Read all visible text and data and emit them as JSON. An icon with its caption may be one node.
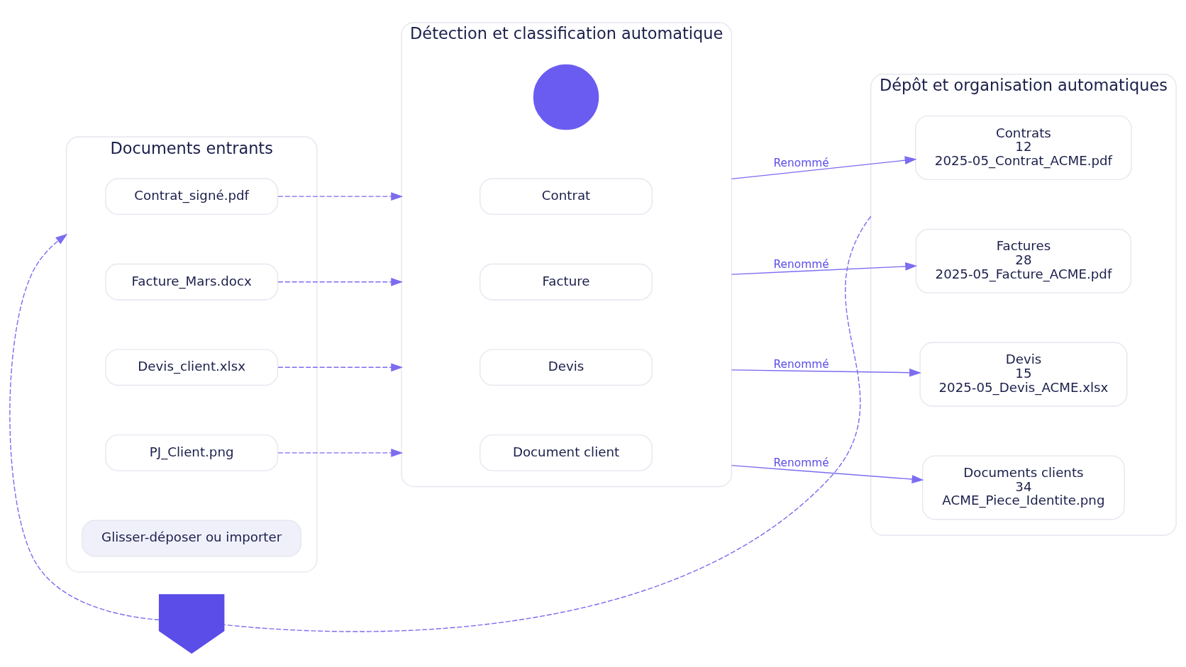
{
  "diagram": {
    "nodes": [
      {
        "text": [
          "Documents entrants"
        ]
      },
      {
        "text": [
          "Contrat_signé.pdf"
        ],
        "in": 0
      },
      {
        "text": [
          "Facture_Mars.docx"
        ],
        "in": 0
      },
      {
        "text": [
          "Devis_client.xlsx"
        ],
        "in": 0
      },
      {
        "text": [
          "PJ_Client.png"
        ],
        "in": 0
      },
      {
        "text": [
          "Glisser-déposer ou importer"
        ],
        "in": 0
      },
      {
        "text": [
          "Détection et classification automatique"
        ]
      },
      {
        "text": [],
        "shape": "circle",
        "in": 6
      },
      {
        "text": [
          "Contrat"
        ],
        "in": 6
      },
      {
        "text": [
          "Facture"
        ],
        "in": 6
      },
      {
        "text": [
          "Devis"
        ],
        "in": 6
      },
      {
        "text": [
          "Document client"
        ],
        "in": 6
      },
      {
        "text": [
          "Dépôt et organisation automatiques"
        ]
      },
      {
        "text": [
          "Contrats",
          "12",
          "2025-05_Contrat_ACME.pdf"
        ],
        "in": 12
      },
      {
        "text": [
          "Factures",
          "28",
          "2025-05_Facture_ACME.pdf"
        ],
        "in": 12
      },
      {
        "text": [
          "Devis",
          "15",
          "2025-05_Devis_ACME.xlsx"
        ],
        "in": 12
      },
      {
        "text": [
          "Documents clients",
          "34",
          "ACME_Piece_Identite.png"
        ],
        "in": 12
      },
      {
        "text": [],
        "shape": "shield"
      }
    ],
    "edges": [
      {
        "from": 1,
        "to": 6,
        "arrow": "to",
        "style": "dashed"
      },
      {
        "from": 2,
        "to": 6,
        "arrow": "to",
        "style": "dashed"
      },
      {
        "from": 3,
        "to": 6,
        "arrow": "to",
        "style": "dashed"
      },
      {
        "from": 4,
        "to": 6,
        "arrow": "to",
        "style": "dashed"
      },
      {
        "from": 6,
        "to": 13,
        "arrow": "to",
        "label": "Renommé"
      },
      {
        "from": 6,
        "to": 14,
        "arrow": "to",
        "label": "Renommé"
      },
      {
        "from": 6,
        "to": 15,
        "arrow": "to",
        "label": "Renommé"
      },
      {
        "from": 6,
        "to": 16,
        "arrow": "to",
        "label": "Renommé"
      },
      {
        "from": 12,
        "to": 17,
        "arrow": "none",
        "style": "dashed"
      },
      {
        "from": 17,
        "to": 0,
        "arrow": "to",
        "style": "dashed"
      }
    ]
  }
}
